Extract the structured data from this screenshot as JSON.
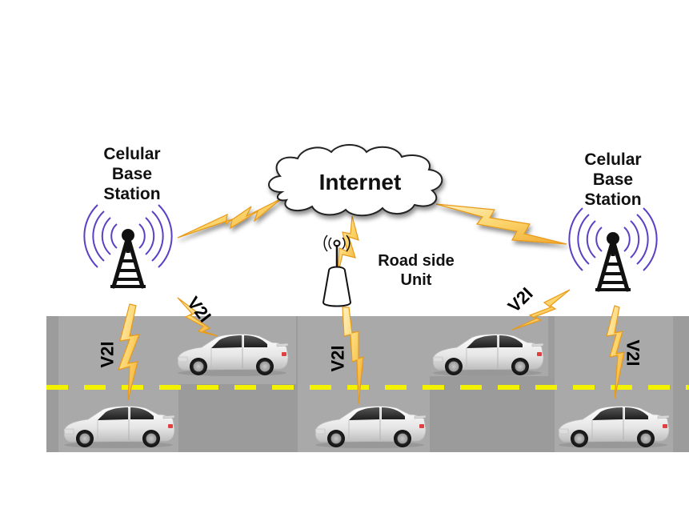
{
  "diagram": {
    "title": "V2I vehicular network",
    "nodes": {
      "base_station_left": {
        "label_lines": [
          "Celular",
          "Base",
          "Station"
        ],
        "icon": "cell-tower-icon"
      },
      "base_station_right": {
        "label_lines": [
          "Celular",
          "Base",
          "Station"
        ],
        "icon": "cell-tower-icon"
      },
      "internet": {
        "label": "Internet",
        "icon": "cloud-icon"
      },
      "rsu": {
        "label_lines": [
          "Road side",
          "Unit"
        ],
        "icon": "roadside-unit-icon"
      }
    },
    "links": [
      {
        "from": "base_station_left",
        "to": "internet",
        "type": "lightning"
      },
      {
        "from": "internet",
        "to": "base_station_right",
        "type": "lightning"
      },
      {
        "from": "internet",
        "to": "rsu",
        "type": "lightning"
      },
      {
        "from": "base_station_left",
        "to": "car-lane2-1",
        "type": "lightning",
        "label": "V2I"
      },
      {
        "from": "base_station_left",
        "to": "car-lane1-1",
        "type": "lightning",
        "label": "V2I"
      },
      {
        "from": "rsu",
        "to": "car-lane2-2",
        "type": "lightning",
        "label": "V2I"
      },
      {
        "from": "base_station_right",
        "to": "car-lane1-2",
        "type": "lightning",
        "label": "V2I"
      },
      {
        "from": "base_station_right",
        "to": "car-lane2-3",
        "type": "lightning",
        "label": "V2I"
      }
    ],
    "link_label": "V2I",
    "vehicles": [
      "car-lane1-1",
      "car-lane1-2",
      "car-lane2-1",
      "car-lane2-2",
      "car-lane2-3"
    ],
    "colors": {
      "road": "#a6a6a6",
      "road_dark": "#9a9a9a",
      "lane_marking": "#f5f500",
      "lightning_fill": "#fbd36a",
      "lightning_stroke": "#e89a18",
      "signal_waves": "#5b3fc4",
      "tower": "#111111"
    }
  }
}
